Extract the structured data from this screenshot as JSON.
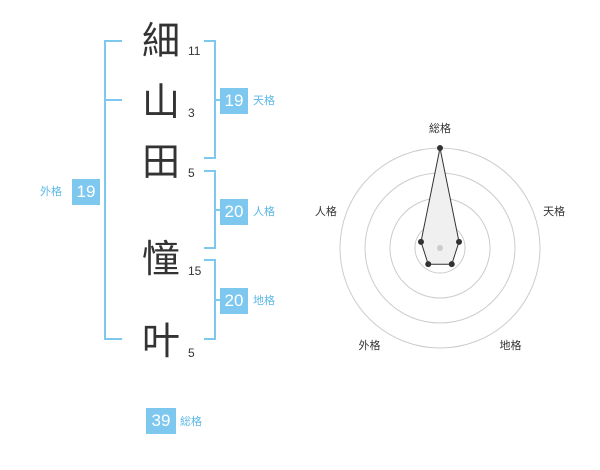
{
  "name": {
    "chars": [
      {
        "char": "細",
        "strokes": "11"
      },
      {
        "char": "山",
        "strokes": "3"
      },
      {
        "char": "田",
        "strokes": "5"
      },
      {
        "char": "憧",
        "strokes": "15"
      },
      {
        "char": "叶",
        "strokes": "5"
      }
    ]
  },
  "kakusu": {
    "tenkaku": {
      "value": "19",
      "label": "天格"
    },
    "jinkaku": {
      "value": "20",
      "label": "人格"
    },
    "chikaku": {
      "value": "20",
      "label": "地格"
    },
    "gaikaku": {
      "value": "19",
      "label": "外格"
    },
    "soukaku": {
      "value": "39",
      "label": "総格"
    }
  },
  "chart_data": {
    "type": "radar",
    "axes": [
      "総格",
      "天格",
      "地格",
      "外格",
      "人格"
    ],
    "values": [
      5,
      1,
      1,
      1,
      1
    ],
    "max": 5,
    "rings": 4,
    "colors": {
      "accent": "#7ec8f0",
      "fill": "#f0f0f0",
      "line": "#333333",
      "ring": "#cccccc"
    }
  }
}
